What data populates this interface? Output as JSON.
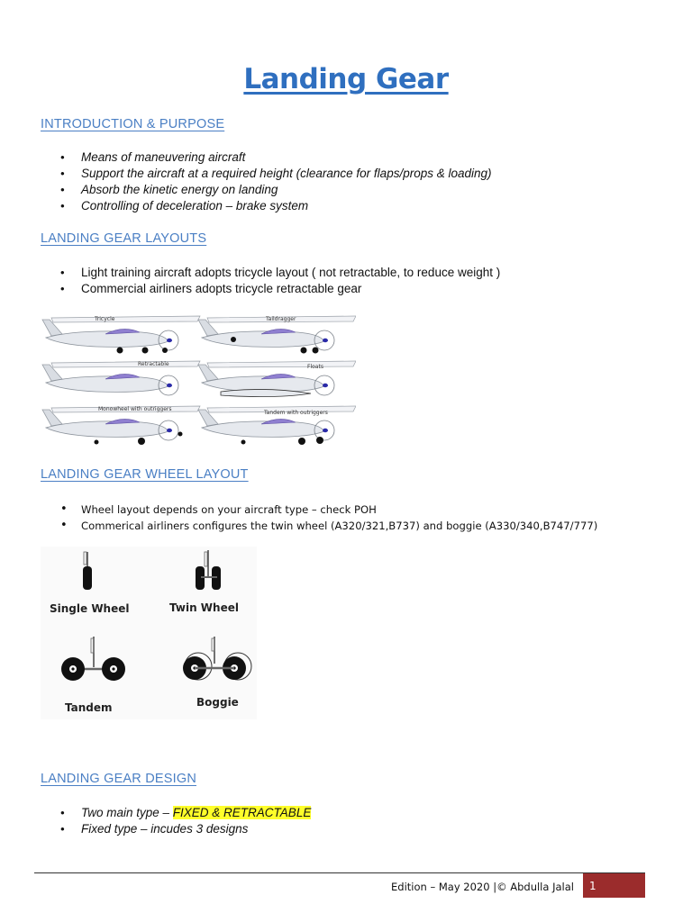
{
  "title": "Landing Gear",
  "sections": {
    "intro": {
      "heading": "INTRODUCTION & PURPOSE",
      "items": [
        "Means of maneuvering aircraft",
        "Support the aircraft at a required height (clearance for flaps/props & loading)",
        "Absorb the kinetic energy on landing",
        "Controlling of deceleration – brake system"
      ]
    },
    "layouts": {
      "heading": "LANDING GEAR LAYOUTS",
      "items": [
        "Light training aircraft adopts tricycle layout ( not retractable, to reduce weight )",
        "Commercial airliners adopts tricycle retractable gear"
      ],
      "figure_labels": [
        "Tricycle",
        "Taildragger",
        "Retractable",
        "Floats",
        "Monowheel with outriggers",
        "Tandem with outriggers"
      ]
    },
    "wheel_layout": {
      "heading": "LANDING GEAR WHEEL LAYOUT",
      "items": [
        "Wheel layout depends on your aircraft type – check POH",
        "Commerical airliners configures the twin wheel (A320/321,B737) and boggie (A330/340,B747/777)"
      ],
      "figure_labels": [
        "Single Wheel",
        "Twin Wheel",
        "Tandem",
        "Boggie"
      ]
    },
    "design": {
      "heading": "LANDING GEAR DESIGN",
      "item1_prefix": "Two main type – ",
      "item1_highlight": "FIXED & RETRACTABLE",
      "item2": "Fixed type – incudes 3 designs"
    }
  },
  "footer": {
    "text": "Edition – May 2020  |© Abdulla Jalal",
    "page_number": "1"
  },
  "colors": {
    "title": "#2f6fbf",
    "heading": "#4a7fc4",
    "highlight": "#ffff2a",
    "page_badge": "#9b2c2c"
  }
}
